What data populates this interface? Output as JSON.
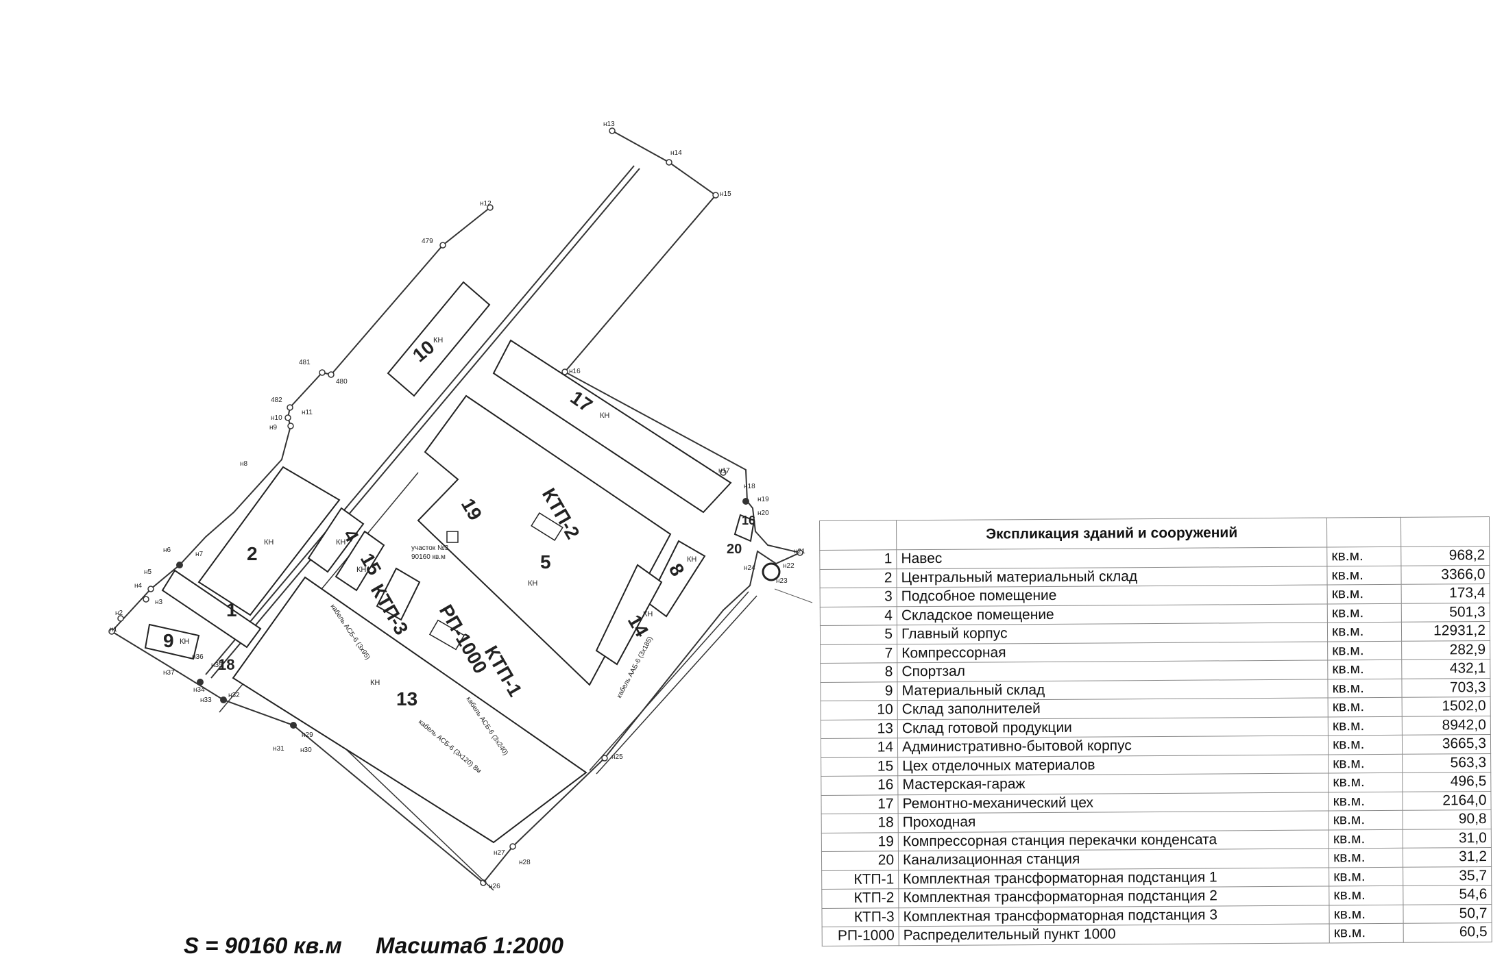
{
  "plan": {
    "building_numbers": [
      "10",
      "17",
      "2",
      "4",
      "15",
      "19",
      "КТП-2",
      "5",
      "КТП-3",
      "РП-1000",
      "КТП-1",
      "8",
      "14",
      "16",
      "20",
      "1",
      "9",
      "18",
      "13"
    ],
    "kn": "КН",
    "point_labels": [
      "н13",
      "н14",
      "н15",
      "н12",
      "479",
      "481",
      "480",
      "482",
      "н10",
      "н11",
      "н9",
      "н8",
      "н6",
      "н7",
      "н5",
      "н4",
      "н3",
      "н2",
      "н1",
      "н16",
      "н17",
      "н18",
      "н19",
      "н20",
      "н21",
      "н22",
      "н23",
      "н24",
      "н25",
      "н27",
      "н28",
      "н26",
      "н29",
      "н30",
      "н31",
      "н32",
      "н33",
      "н34",
      "н35",
      "н36",
      "н37"
    ],
    "cable_labels": [
      "кабель АСБ-6 (3х95)",
      "кабель АСБ-6 (3х240)",
      "кабель АСБ-6 (3х120) 8м",
      "кабель ААБ-6 (3х185)",
      "участок №3",
      "90160 кв.м"
    ]
  },
  "footer": {
    "area": "S = 90160 кв.м",
    "scale": "Масштаб 1:2000"
  },
  "table": {
    "title": "Экспликация зданий и сооружений",
    "rows": [
      {
        "num": "1",
        "name": "Навес",
        "unit": "кв.м.",
        "value": "968,2"
      },
      {
        "num": "2",
        "name": "Центральный материальный склад",
        "unit": "кв.м.",
        "value": "3366,0"
      },
      {
        "num": "3",
        "name": "Подсобное помещение",
        "unit": "кв.м.",
        "value": "173,4"
      },
      {
        "num": "4",
        "name": "Складское помещение",
        "unit": "кв.м.",
        "value": "501,3"
      },
      {
        "num": "5",
        "name": "Главный корпус",
        "unit": "кв.м.",
        "value": "12931,2"
      },
      {
        "num": "7",
        "name": "Компрессорная",
        "unit": "кв.м.",
        "value": "282,9"
      },
      {
        "num": "8",
        "name": "Спортзал",
        "unit": "кв.м.",
        "value": "432,1"
      },
      {
        "num": "9",
        "name": "Материальный склад",
        "unit": "кв.м.",
        "value": "703,3"
      },
      {
        "num": "10",
        "name": "Склад заполнителей",
        "unit": "кв.м.",
        "value": "1502,0"
      },
      {
        "num": "13",
        "name": "Склад готовой продукции",
        "unit": "кв.м.",
        "value": "8942,0"
      },
      {
        "num": "14",
        "name": "Административно-бытовой корпус",
        "unit": "кв.м.",
        "value": "3665,3"
      },
      {
        "num": "15",
        "name": "Цех отделочных материалов",
        "unit": "кв.м.",
        "value": "563,3"
      },
      {
        "num": "16",
        "name": "Мастерская-гараж",
        "unit": "кв.м.",
        "value": "496,5"
      },
      {
        "num": "17",
        "name": "Ремонтно-механический цех",
        "unit": "кв.м.",
        "value": "2164,0"
      },
      {
        "num": "18",
        "name": "Проходная",
        "unit": "кв.м.",
        "value": "90,8"
      },
      {
        "num": "19",
        "name": "Компрессорная станция перекачки конденсата",
        "unit": "кв.м.",
        "value": "31,0"
      },
      {
        "num": "20",
        "name": "Канализационная станция",
        "unit": "кв.м.",
        "value": "31,2"
      },
      {
        "num": "КТП-1",
        "name": "Комплектная трансформаторная подстанция 1",
        "unit": "кв.м.",
        "value": "35,7"
      },
      {
        "num": "КТП-2",
        "name": "Комплектная трансформаторная подстанция 2",
        "unit": "кв.м.",
        "value": "54,6"
      },
      {
        "num": "КТП-3",
        "name": "Комплектная трансформаторная подстанция 3",
        "unit": "кв.м.",
        "value": "50,7"
      },
      {
        "num": "РП-1000",
        "name": "Распределительный пункт 1000",
        "unit": "кв.м.",
        "value": "60,5"
      }
    ]
  }
}
